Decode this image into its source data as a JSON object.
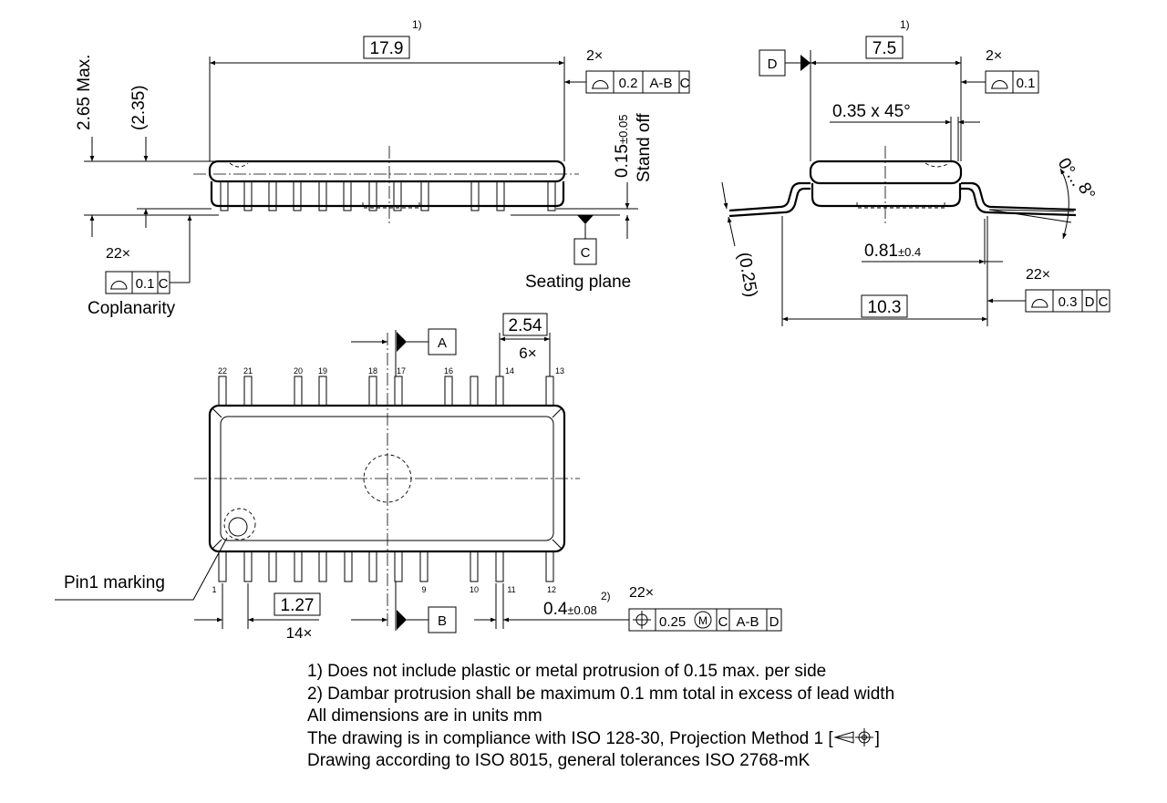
{
  "front_view": {
    "length": "17.9",
    "length_note": "1)",
    "max_height": "2.65 Max.",
    "body_height": "(2.35)",
    "standoff_value": "0.15",
    "standoff_tol": "±0.05",
    "standoff_label": "Stand off",
    "seating_datum": "C",
    "seating_label": "Seating plane",
    "coplanarity_count": "22×",
    "coplanarity_value": "0.1",
    "coplanarity_datum": "C",
    "coplanarity_label": "Coplanarity",
    "profile_count": "2×",
    "profile_value": "0.2",
    "profile_datum1": "A-B",
    "profile_datum2": "C"
  },
  "side_view": {
    "datum": "D",
    "width": "7.5",
    "width_note": "1)",
    "profile_count": "2×",
    "profile_value": "0.1",
    "chamfer": "0.35 x 45°",
    "angle_min": "0°",
    "angle_sep": "...",
    "angle_max": "8°",
    "lead_thickness": "(0.25)",
    "foot_length": "0.81",
    "foot_tol": "±0.4",
    "span": "10.3",
    "span_count": "22×",
    "span_value": "0.3",
    "span_datum1": "D",
    "span_datum2": "C"
  },
  "top_view": {
    "datum_a": "A",
    "datum_b": "B",
    "pitch_wide": "2.54",
    "pitch_wide_count": "6×",
    "pitch": "1.27",
    "pitch_count": "14×",
    "lead_width": "0.4",
    "lead_width_tol": "±0.08",
    "lead_width_note": "2)",
    "pos_count": "22×",
    "pos_value": "0.25",
    "pos_modifier": "M",
    "pos_datum1": "C",
    "pos_datum2": "A-B",
    "pos_datum3": "D",
    "pin1_label": "Pin1 marking",
    "top_pins": [
      "22",
      "21",
      "20",
      "19",
      "18",
      "17",
      "16",
      "14",
      "13"
    ],
    "bottom_pins": [
      "1",
      "9",
      "10",
      "11",
      "12"
    ]
  },
  "notes": [
    "1) Does not include plastic or metal protrusion of 0.15 max. per side",
    "2) Dambar protrusion shall be maximum 0.1 mm total in excess of lead width",
    "All dimensions are in units mm",
    "The drawing is in compliance with ISO 128-30, Projection Method 1 [",
    "]",
    "Drawing according to ISO 8015, general tolerances ISO 2768-mK"
  ]
}
